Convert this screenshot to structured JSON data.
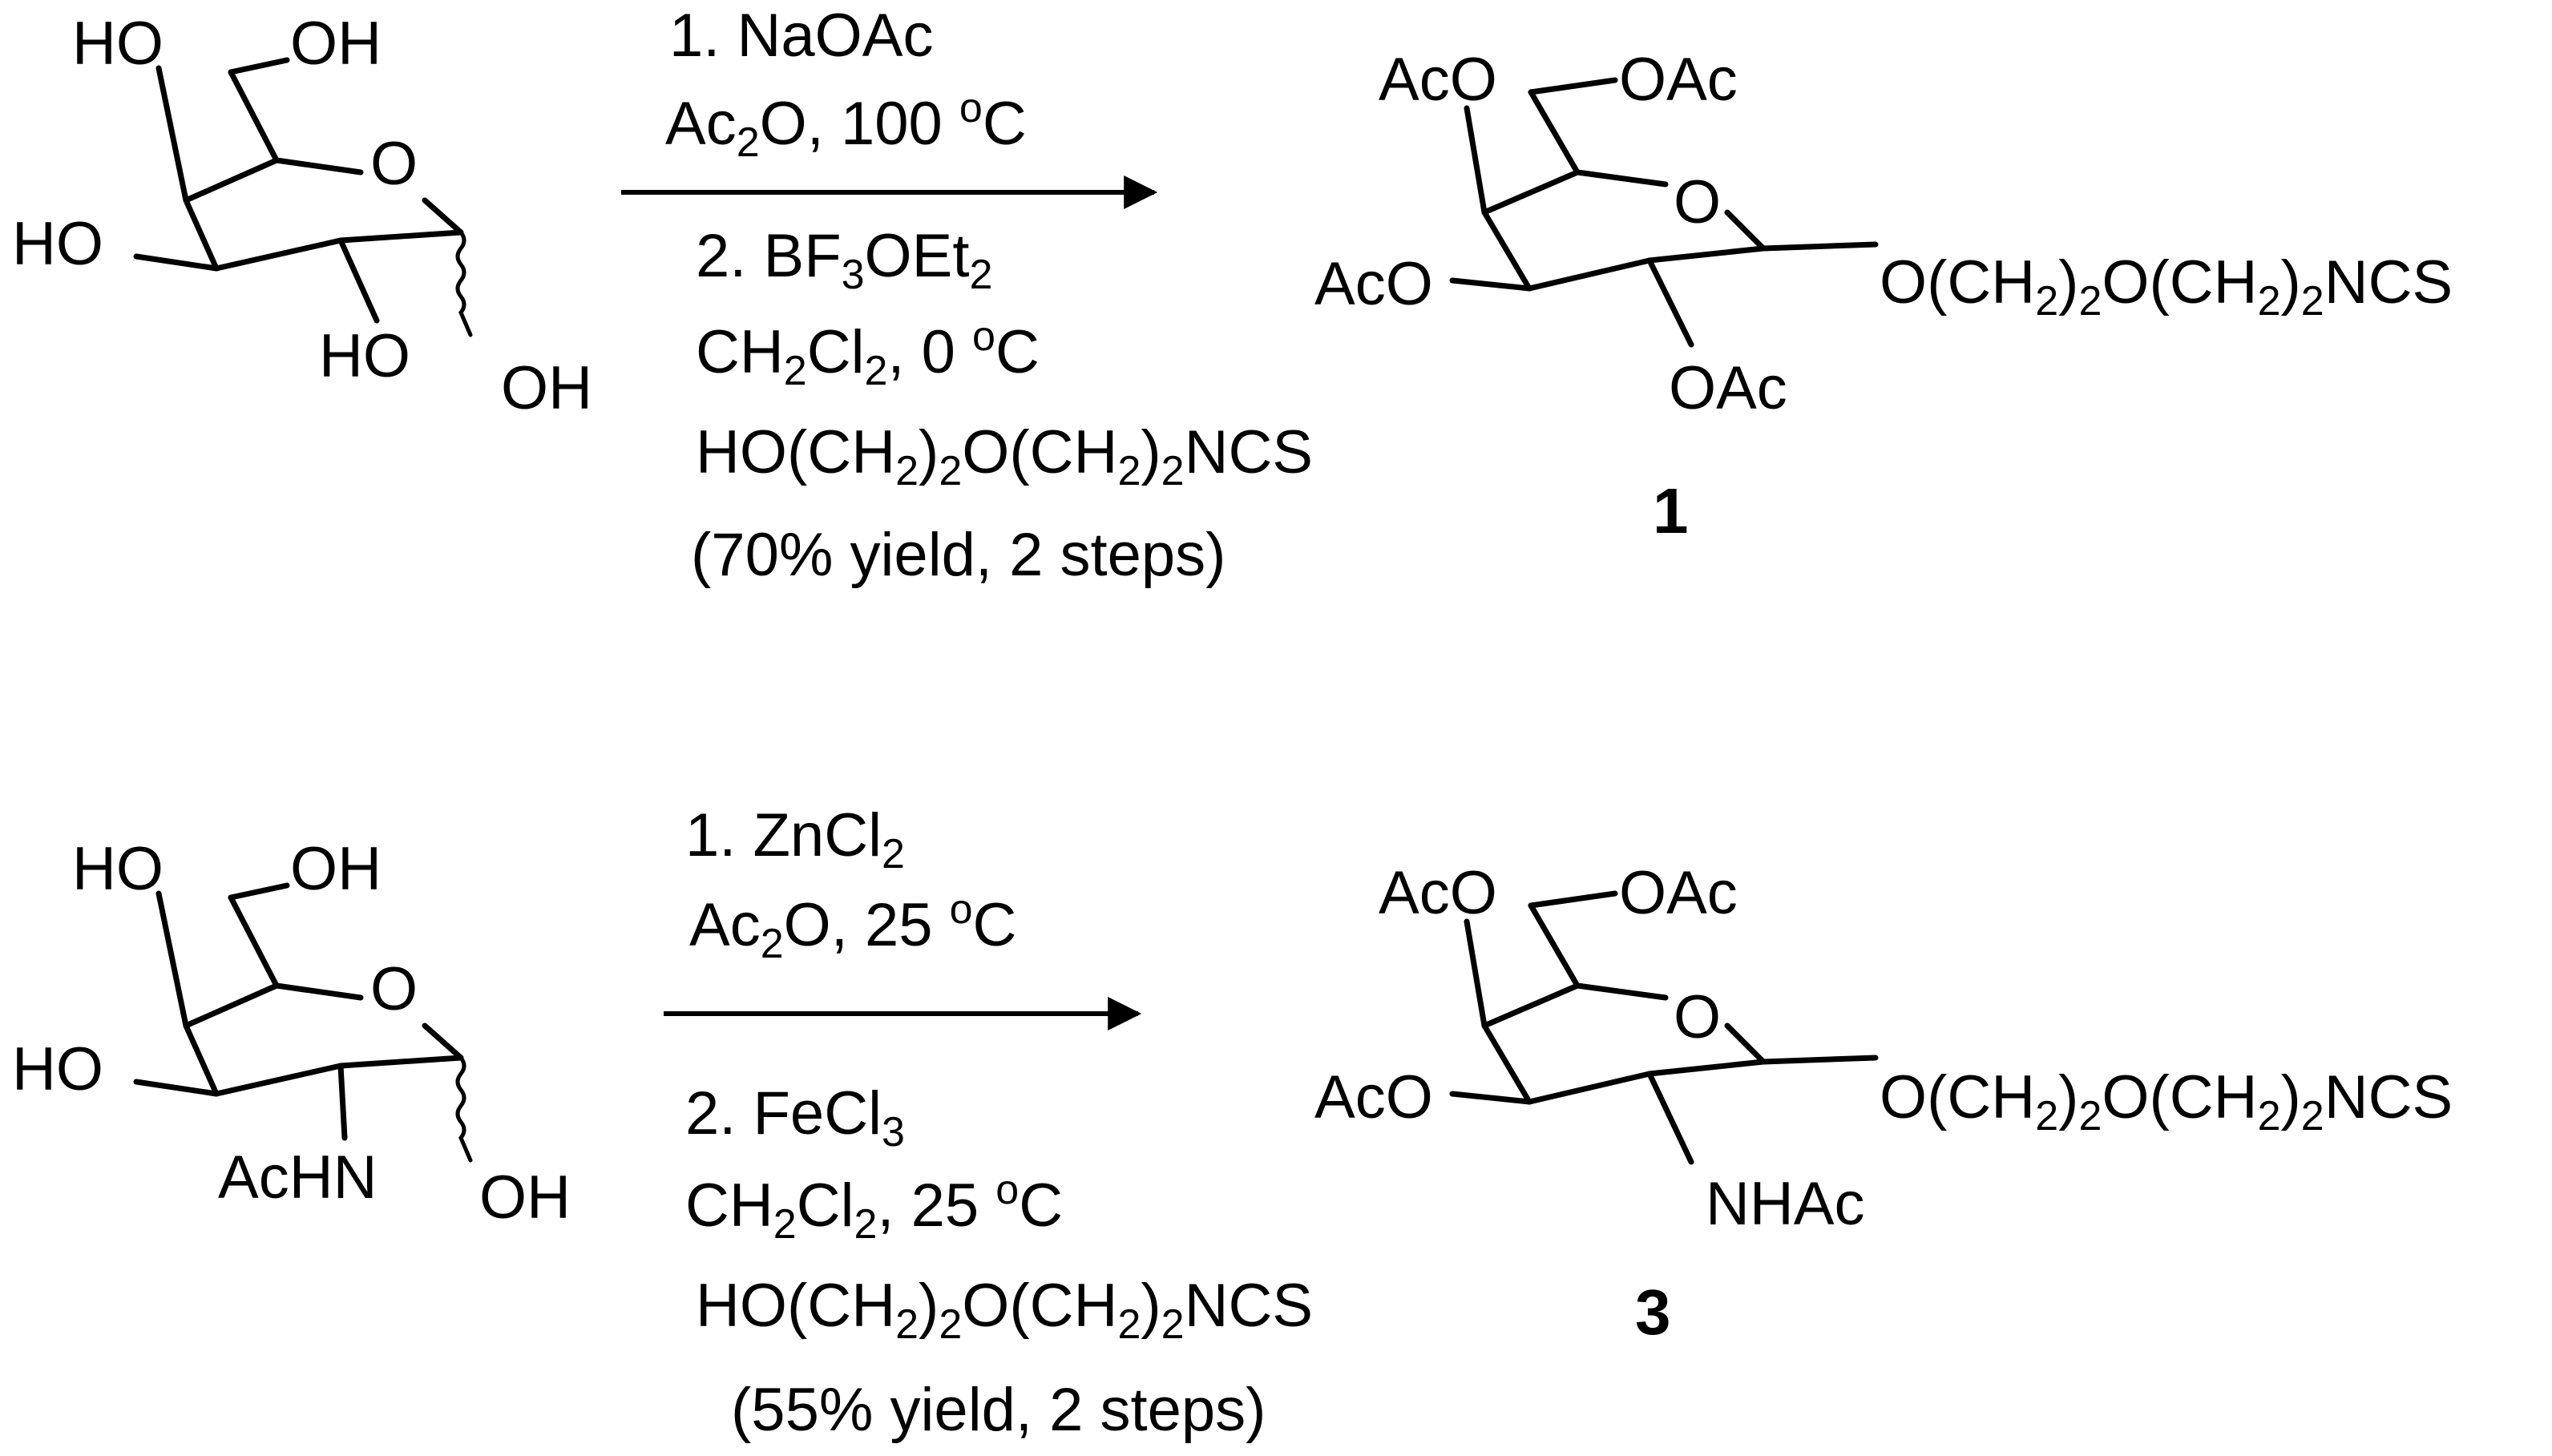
{
  "scheme": {
    "reaction1": {
      "sm": {
        "ho_a": "HO",
        "oh_ch2": "OH",
        "ring_o": "O",
        "ho_b": "HO",
        "ho_c": "HO",
        "oh_anomeric": "OH"
      },
      "conditions": {
        "c1": "1. NaOAc",
        "c2_main": "Ac",
        "c2_sub": "2",
        "c2_rest": "O, 100 ",
        "c2_sup": "o",
        "c2_end": "C",
        "c3_main": "2. BF",
        "c3_sub": "3",
        "c3_mid": "OEt",
        "c3_sub2": "2",
        "c4_main": "CH",
        "c4_sub": "2",
        "c4_mid": "Cl",
        "c4_sub2": "2",
        "c4_rest": ", 0 ",
        "c4_sup": "o",
        "c4_end": "C",
        "c5_a": "HO(CH",
        "c5_s1": "2",
        "c5_b": ")",
        "c5_s2": "2",
        "c5_c": "O(CH",
        "c5_s3": "2",
        "c5_d": ")",
        "c5_s4": "2",
        "c5_e": "NCS",
        "c6": "(70% yield, 2 steps)"
      },
      "product": {
        "aco_top": "AcO",
        "oac_ch2": "OAc",
        "ring_o": "O",
        "aco_left": "AcO",
        "oac_bottom": "OAc",
        "chain_a": "O(CH",
        "chain_s1": "2",
        "chain_b": ")",
        "chain_s2": "2",
        "chain_c": "O(CH",
        "chain_s3": "2",
        "chain_d": ")",
        "chain_s4": "2",
        "chain_e": "NCS",
        "number": "1"
      }
    },
    "reaction2": {
      "sm": {
        "ho_a": "HO",
        "oh_ch2": "OH",
        "ring_o": "O",
        "ho_b": "HO",
        "achn": "AcHN",
        "oh_anomeric": "OH"
      },
      "conditions": {
        "c1_main": "1. ZnCl",
        "c1_sub": "2",
        "c2_main": "Ac",
        "c2_sub": "2",
        "c2_rest": "O, 25 ",
        "c2_sup": "o",
        "c2_end": "C",
        "c3_main": "2. FeCl",
        "c3_sub": "3",
        "c4_main": "CH",
        "c4_sub": "2",
        "c4_mid": "Cl",
        "c4_sub2": "2",
        "c4_rest": ", 25 ",
        "c4_sup": "o",
        "c4_end": "C",
        "c5_a": "HO(CH",
        "c5_s1": "2",
        "c5_b": ")",
        "c5_s2": "2",
        "c5_c": "O(CH",
        "c5_s3": "2",
        "c5_d": ")",
        "c5_s4": "2",
        "c5_e": "NCS",
        "c6": "(55% yield, 2 steps)"
      },
      "product": {
        "aco_top": "AcO",
        "oac_ch2": "OAc",
        "ring_o": "O",
        "aco_left": "AcO",
        "nhac": "NHAc",
        "chain_a": "O(CH",
        "chain_s1": "2",
        "chain_b": ")",
        "chain_s2": "2",
        "chain_c": "O(CH",
        "chain_s3": "2",
        "chain_d": ")",
        "chain_s4": "2",
        "chain_e": "NCS",
        "number": "3"
      }
    }
  }
}
